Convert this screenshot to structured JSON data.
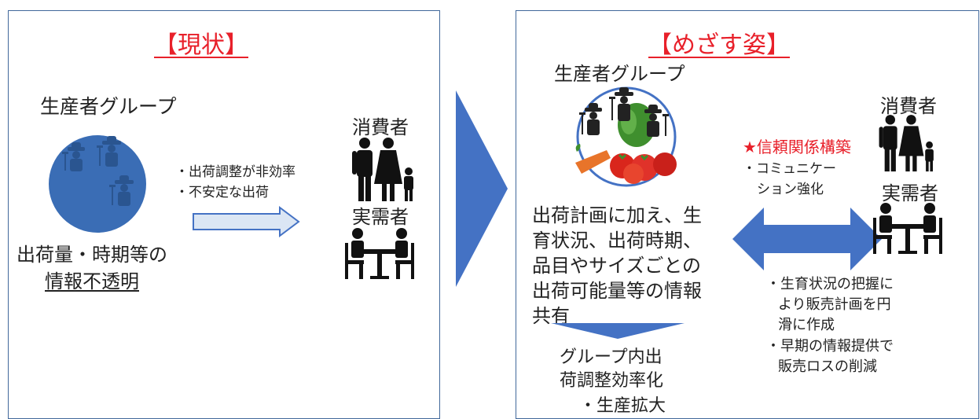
{
  "current": {
    "title": "【現状】",
    "producer_group": "生産者グループ",
    "issues": [
      "・出荷調整が非効率",
      "・不安定な出荷"
    ],
    "consumer": "消費者",
    "business_user": "実需者",
    "info_line1": "出荷量・時期等の",
    "info_line2": "情報不透明"
  },
  "goal": {
    "title": "【めざす姿】",
    "producer_group": "生産者グループ",
    "sharing": [
      "出荷計画に加え、生",
      "育状況、出荷時期、",
      "品目やサイズごとの",
      "出荷可能量等の情報",
      "共有"
    ],
    "group_result": [
      "グループ内出",
      "荷調整効率化",
      "・生産拡大"
    ],
    "trust_title": "★信頼関係構築",
    "trust_items": [
      "・コミュニケー",
      "ション強化"
    ],
    "consumer": "消費者",
    "business_user": "実需者",
    "benefits": [
      "・生育状況の把握に",
      "より販売計画を円",
      "滑に作成",
      "・早期の情報提供で",
      "販売ロスの削減"
    ]
  },
  "colors": {
    "border": "#41689b",
    "accent_red": "#e8202a",
    "blue_arrow": "#4472c4",
    "circle_blue": "#3a6db5"
  },
  "icons": [
    "farmers-group-icon",
    "family-icon",
    "meeting-table-icon",
    "vegetables-icon"
  ]
}
